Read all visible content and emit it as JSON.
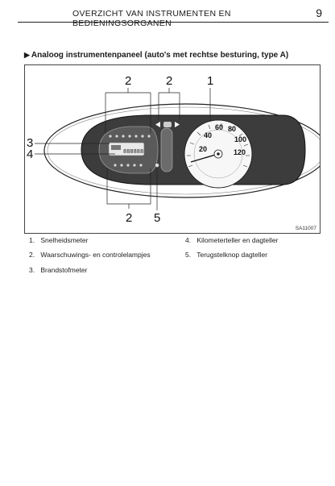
{
  "header": {
    "title": "OVERZICHT VAN INSTRUMENTEN EN BEDIENINGSORGANEN",
    "page_number": "9"
  },
  "section": {
    "marker": "▶",
    "heading": "Analoog instrumentenpaneel (auto's met rechtse besturing, type A)"
  },
  "figure": {
    "callouts": {
      "c1": "1",
      "c2a": "2",
      "c2b": "2",
      "c2c": "2",
      "c3": "3",
      "c4": "4",
      "c5": "5"
    },
    "speedo_labels": {
      "s20": "20",
      "s40": "40",
      "s60": "60",
      "s80": "80",
      "s100": "100",
      "s120": "120"
    },
    "odometer_digits": "888888",
    "code": "SA11007"
  },
  "legend": {
    "left": [
      {
        "num": "1.",
        "text": "Snelheidsmeter"
      },
      {
        "num": "2.",
        "text": "Waarschuwings- en controlelampjes"
      },
      {
        "num": "3.",
        "text": "Brandstofmeter"
      }
    ],
    "right": [
      {
        "num": "4.",
        "text": "Kilometerteller en dagteller"
      },
      {
        "num": "5.",
        "text": "Terugstelknop dagteller"
      }
    ]
  }
}
